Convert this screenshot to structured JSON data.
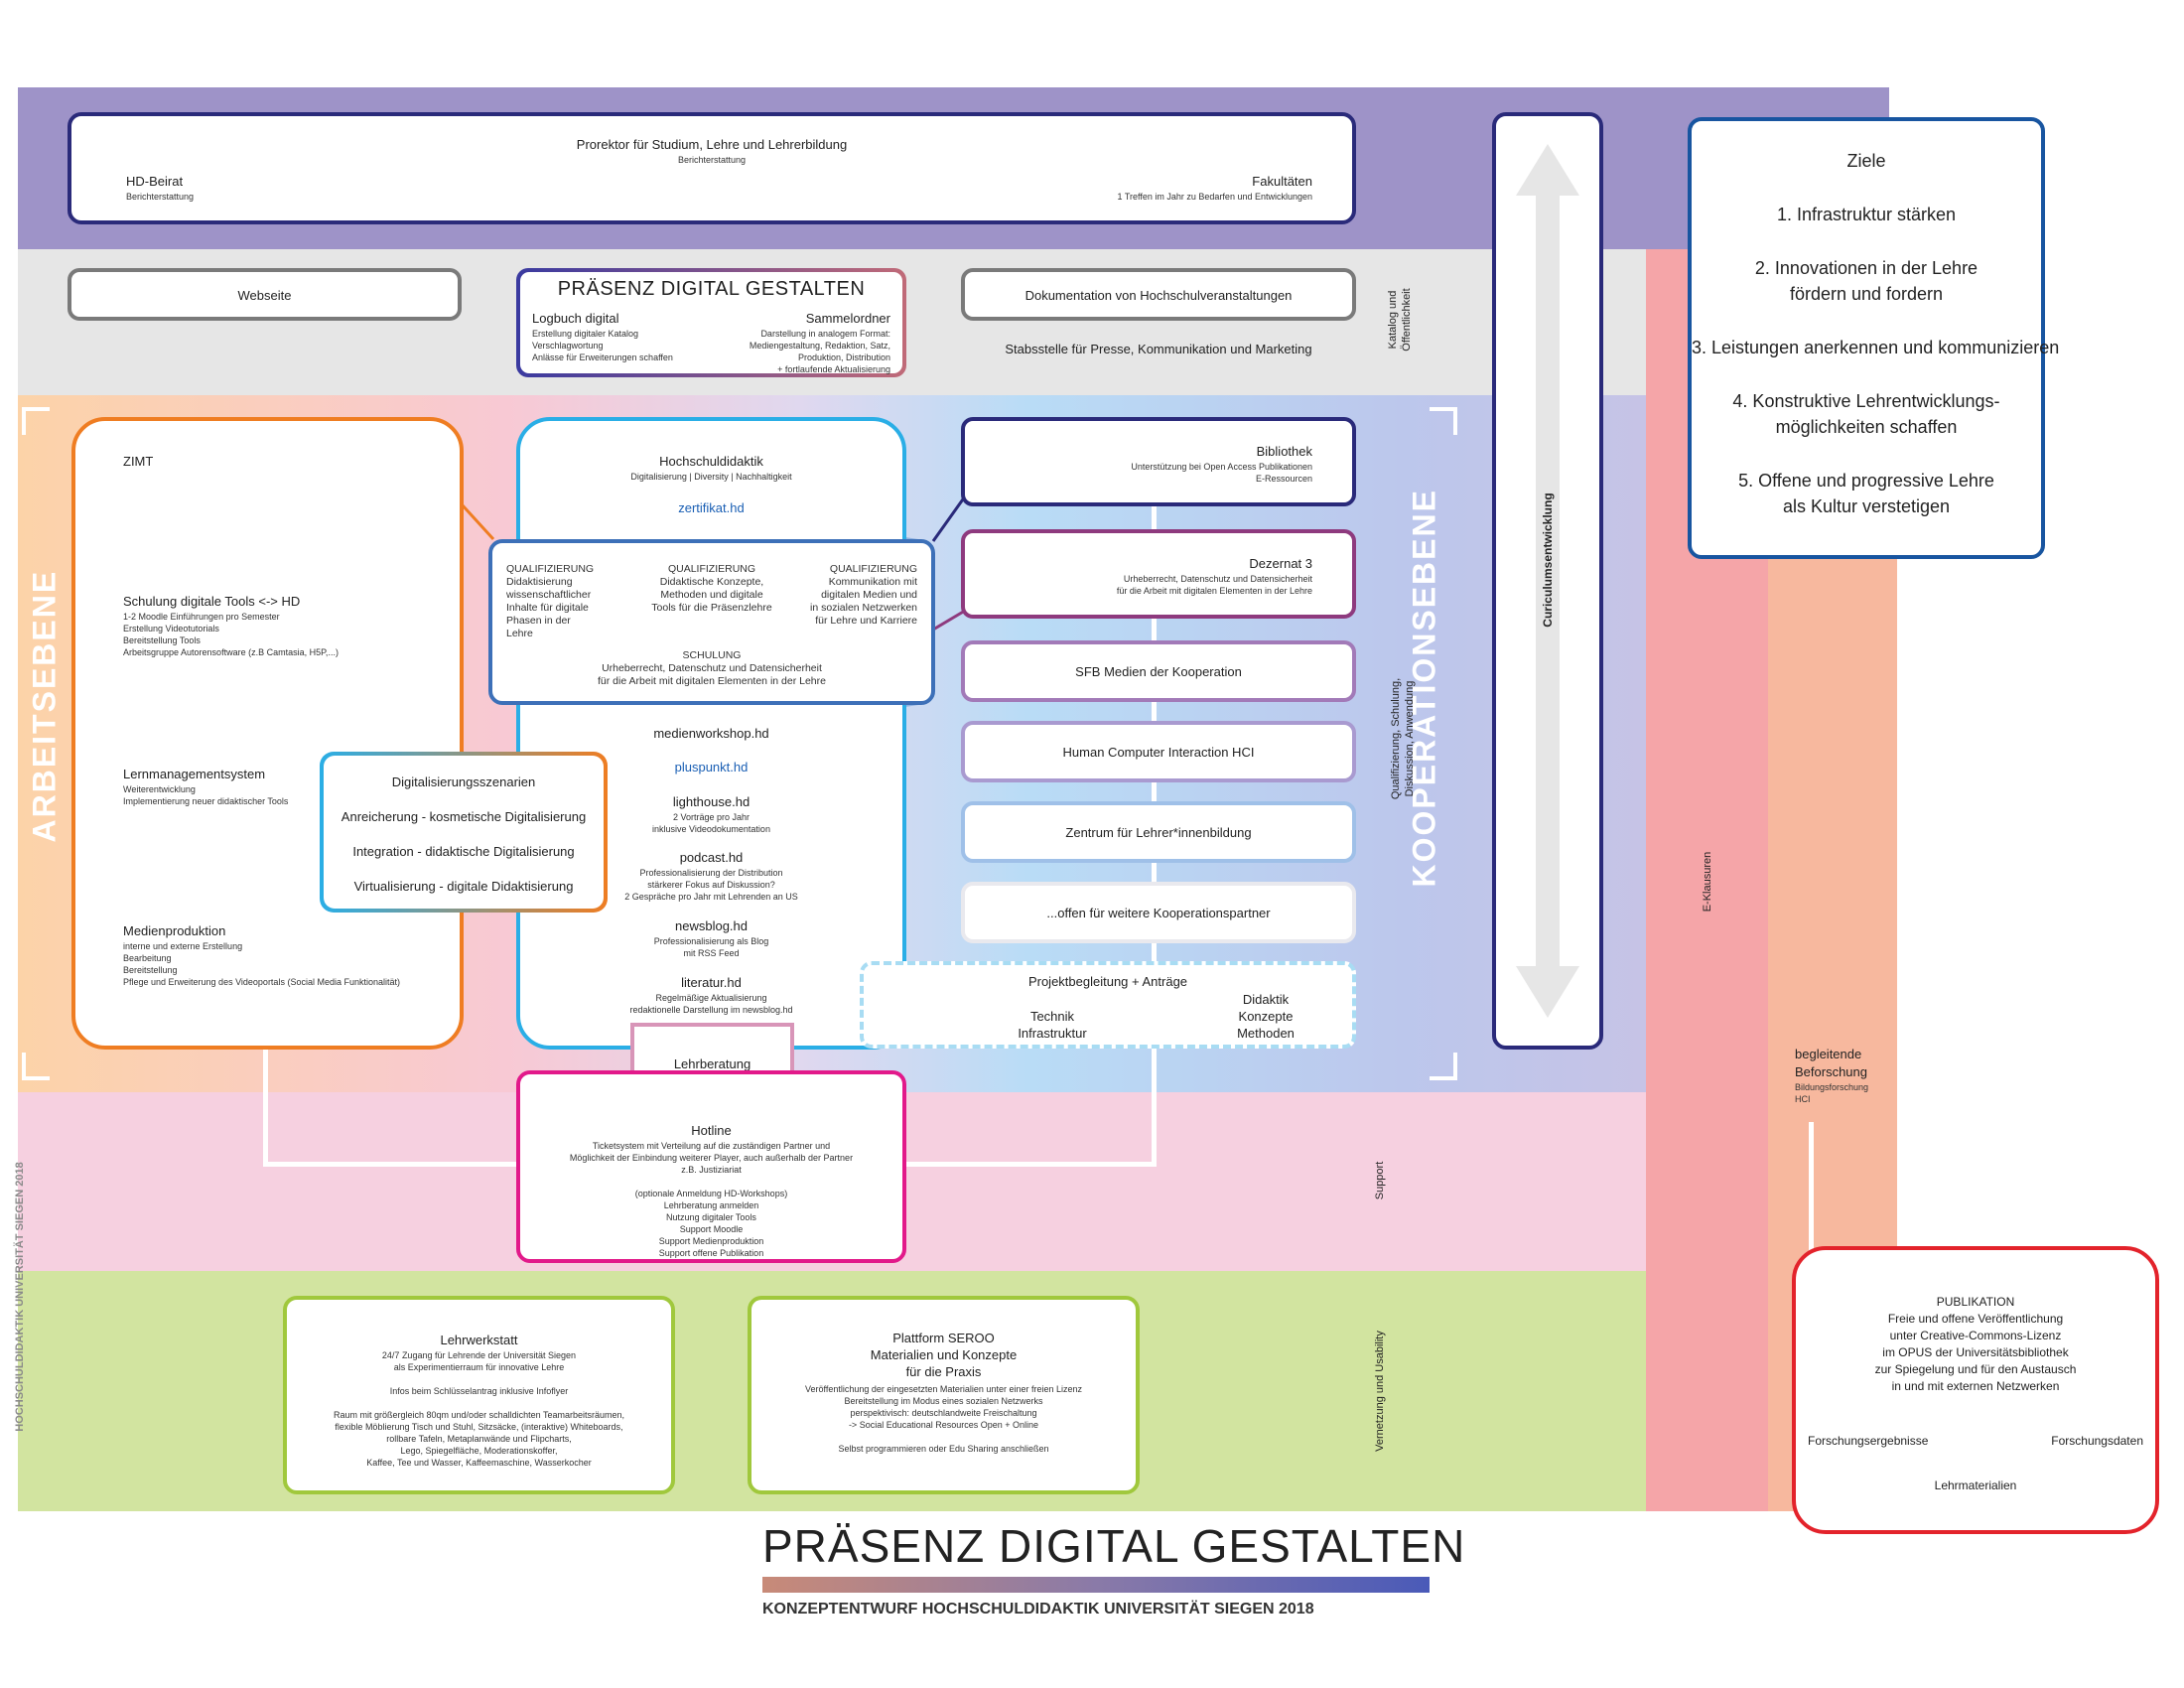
{
  "top_box": {
    "title": "Prorektor für Studium, Lehre und Lehrerbildung",
    "subtitle": "Berichterstattung",
    "left_title": "HD-Beirat",
    "left_sub": "Berichterstattung",
    "right_title": "Fakultäten",
    "right_sub": "1 Treffen im Jahr zu Bedarfen und Entwicklungen"
  },
  "catalog_band": {
    "website": "Webseite",
    "center_title": "PRÄSENZ DIGITAL GESTALTEN",
    "logbuch_title": "Logbuch digital",
    "logbuch_lines": [
      "Erstellung digitaler Katalog",
      "Verschlagwortung",
      "Anlässe für Erweiterungen schaffen"
    ],
    "sammel_title": "Sammelordner",
    "sammel_lines": [
      "Darstellung in analogem Format:",
      "Mediengestaltung, Redaktion, Satz,",
      "Produktion, Distribution",
      "+ fortlaufende Aktualisierung"
    ],
    "dokumentation": "Dokumentation von Hochschulveranstaltungen",
    "stabsstelle": "Stabsstelle für Presse, Kommunikation und Marketing",
    "side_label_1": "Katalog und",
    "side_label_2": "Öffentlichkeit"
  },
  "arbeitsebene": {
    "label": "ARBEITSEBENE",
    "zimt": "ZIMT",
    "schulung_title": "Schulung digitale Tools <-> HD",
    "schulung_lines": [
      "1-2 Moodle Einführungen pro Semester",
      "Erstellung Videotutorials",
      "Bereitstellung Tools",
      "Arbeitsgruppe Autorensoftware (z.B Camtasia, H5P,...)"
    ],
    "lms_title": "Lernmanagementsystem",
    "lms_lines": [
      "Weiterentwicklung",
      "Implementierung neuer didaktischer Tools"
    ],
    "medien_title": "Medienproduktion",
    "medien_lines": [
      "interne und externe Erstellung",
      "Bearbeitung",
      "Bereitstellung",
      "Pflege und Erweiterung des Videoportals (Social Media Funktionalität)"
    ]
  },
  "digitalisierung": {
    "title": "Digitalisierungsszenarien",
    "items": [
      "Anreicherung - kosmetische Digitalisierung",
      "Integration - didaktische Digitalisierung",
      "Virtualisierung - digitale Didaktisierung"
    ]
  },
  "hochschuldidaktik": {
    "title": "Hochschuldidaktik",
    "subtitle": "Digitalisierung | Diversity | Nachhaltigkeit",
    "zertifikat": "zertifikat.hd",
    "q1_head": "QUALIFIZIERUNG",
    "q1_lines": [
      "Didaktisierung",
      "wissenschaftlicher",
      "Inhalte für digitale",
      "Phasen in der",
      "Lehre"
    ],
    "q2_head": "QUALIFIZIERUNG",
    "q2_lines": [
      "Didaktische Konzepte,",
      "Methoden und digitale",
      "Tools für die Präsenzlehre"
    ],
    "q3_head": "QUALIFIZIERUNG",
    "q3_lines": [
      "Kommunikation mit",
      "digitalen Medien und",
      "in sozialen Netzwerken",
      "für Lehre und Karriere"
    ],
    "schulung_head": "SCHULUNG",
    "schulung_lines": [
      "Urheberrecht, Datenschutz und Datensicherheit",
      "für die Arbeit mit digitalen Elementen in der Lehre"
    ],
    "medienworkshop": "medienworkshop.hd",
    "pluspunkt": "pluspunkt.hd",
    "lighthouse_title": "lighthouse.hd",
    "lighthouse_lines": [
      "2 Vorträge pro Jahr",
      "inklusive Videodokumentation"
    ],
    "podcast_title": "podcast.hd",
    "podcast_lines": [
      "Professionalisierung der Distribution",
      "stärkerer Fokus auf Diskussion?",
      "2 Gespräche pro Jahr mit Lehrenden an US"
    ],
    "newsblog_title": "newsblog.hd",
    "newsblog_lines": [
      "Professionalisierung als Blog",
      "mit RSS Feed"
    ],
    "literatur_title": "literatur.hd",
    "literatur_lines": [
      "Regelmäßige Aktualisierung",
      "redaktionelle Darstellung im newsblog.hd"
    ],
    "lehrberatung": "Lehrberatung"
  },
  "kooperation": {
    "label": "KOOPERATIONSEBENE",
    "side_label_1": "Qualifizierung, Schulung,",
    "side_label_2": "Diskussion, Anwendung",
    "bibliothek_title": "Bibliothek",
    "bibliothek_lines": [
      "Unterstützung bei Open Access Publikationen",
      "E-Ressourcen"
    ],
    "dezernat_title": "Dezernat 3",
    "dezernat_lines": [
      "Urheberrecht, Datenschutz und Datensicherheit",
      "für die Arbeit mit digitalen Elementen in der Lehre"
    ],
    "sfb": "SFB Medien der Kooperation",
    "hci": "Human Computer Interaction HCI",
    "zentrum": "Zentrum für Lehrer*innenbildung",
    "offen": "...offen für weitere Kooperationspartner",
    "projekt_title": "Projektbegleitung + Anträge",
    "projekt_left": [
      "Technik",
      "Infrastruktur"
    ],
    "projekt_right": [
      "Didaktik",
      "Konzepte",
      "Methoden"
    ]
  },
  "curriculum": "Curiculumsentwicklung",
  "support": {
    "label": "Support",
    "hotline_title": "Hotline",
    "hotline_lines": [
      "Ticketsystem mit Verteilung auf die zuständigen Partner und",
      "Möglichkeit der Einbindung weiterer Player, auch außerhalb der Partner",
      "z.B. Justiziariat"
    ],
    "hotline_list": [
      "(optionale Anmeldung HD-Workshops)",
      "Lehrberatung anmelden",
      "Nutzung digitaler Tools",
      "Support Moodle",
      "Support Medienproduktion",
      "Support offene Publikation"
    ]
  },
  "vernetzung": {
    "label": "Vernetzung und Usability",
    "lehrwerkstatt_title": "Lehrwerkstatt",
    "lehrwerkstatt_lines": [
      "24/7 Zugang für Lehrende der Universität Siegen",
      "als Experimentierraum für innovative Lehre",
      "",
      "Infos beim Schlüsselantrag inklusive Infoflyer",
      "",
      "Raum mit größergleich 80qm und/oder schalldichten Teamarbeitsräumen,",
      "flexible Möblierung Tisch und Stuhl, Sitzsäcke, (interaktive) Whiteboards,",
      "rollbare Tafeln, Metaplanwände und Flipcharts,",
      "Lego, Spiegelfläche, Moderationskoffer,",
      "Kaffee, Tee und Wasser, Kaffeemaschine, Wasserkocher"
    ],
    "seroo_title_lines": [
      "Plattform SEROO",
      "Materialien und Konzepte",
      "für die Praxis"
    ],
    "seroo_lines": [
      "Veröffentlichung der eingesetzten Materialien unter einer freien Lizenz",
      "Bereitstellung im Modus eines sozialen Netzwerks",
      "perspektivisch: deutschlandweite Freischaltung",
      "-> Social Educational Resources Open + Online",
      "",
      "Selbst programmieren oder Edu Sharing anschließen"
    ]
  },
  "ziele": {
    "title": "Ziele",
    "items": [
      [
        "1. Infrastruktur stärken"
      ],
      [
        "2. Innovationen in der Lehre",
        "fördern und fordern"
      ],
      [
        "3. Leistungen anerkennen und kommunizieren"
      ],
      [
        "4. Konstruktive Lehrentwicklungs-",
        "möglichkeiten schaffen"
      ],
      [
        "5. Offene und progressive Lehre",
        "als Kultur verstetigen"
      ]
    ]
  },
  "eklausuren": "E-Klausuren",
  "begleitende": {
    "title_lines": [
      "begleitende",
      "Beforschung"
    ],
    "sub_lines": [
      "Bildungsforschung",
      "HCI"
    ]
  },
  "publikation": {
    "head": "PUBLIKATION",
    "lines": [
      "Freie und offene Veröffentlichung",
      "unter Creative-Commons-Lizenz",
      "im OPUS der Universitätsbibliothek",
      "zur Spiegelung und für den Austausch",
      "in und mit externen Netzwerken"
    ],
    "left": "Forschungsergebnisse",
    "right": "Forschungsdaten",
    "bottom": "Lehrmaterialien"
  },
  "side_credit": "HOCHSCHULDIDAKTIK UNIVERSITÄT SIEGEN 2018",
  "footer": {
    "title": "PRÄSENZ DIGITAL GESTALTEN",
    "subtitle": "KONZEPTENTWURF HOCHSCHULDIDAKTIK UNIVERSITÄT SIEGEN 2018"
  },
  "colors": {
    "purple_band": "#9e93c8",
    "grey_band": "#e6e6e6",
    "pink_band": "#f6d0e0",
    "green_band": "#d2e4a0",
    "red_column": "#f5a5a8",
    "salmon_column": "#f7b89e",
    "orange": "#ef7d22",
    "cyan": "#2aaee6",
    "navy": "#2a2a7a",
    "magenta": "#e2198a",
    "lime": "#a0c83c",
    "blue": "#1855a0",
    "red": "#e3232b"
  }
}
